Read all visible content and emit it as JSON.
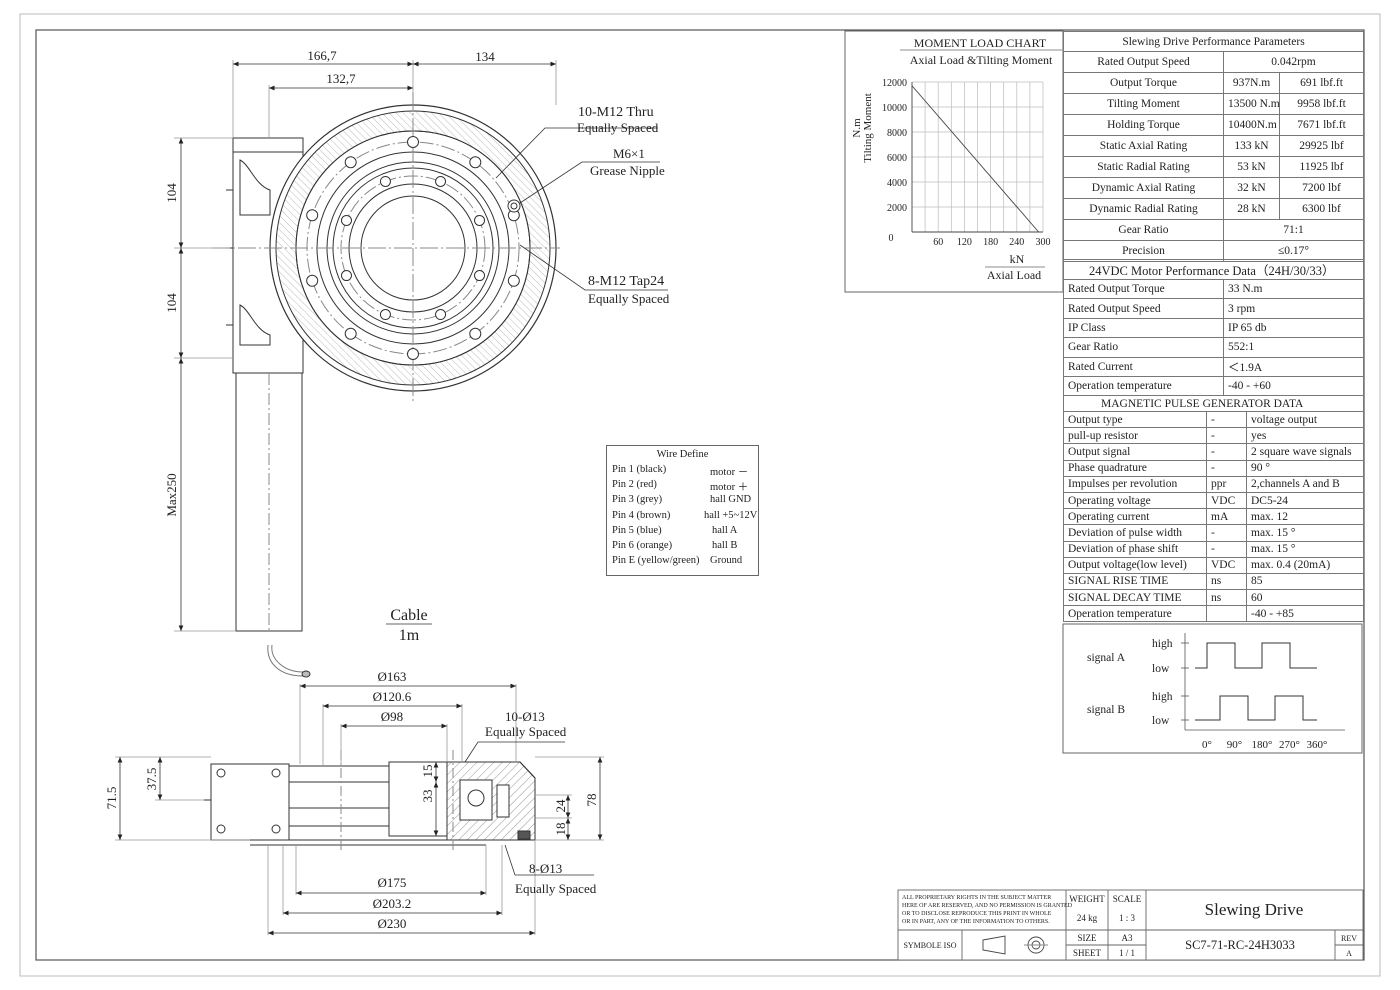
{
  "drawing": {
    "dims": {
      "w166": "166,7",
      "w134": "134",
      "w132": "132,7",
      "h104a": "104",
      "h104b": "104",
      "max250": "Max250",
      "d163": "Ø163",
      "d120": "Ø120.6",
      "d98": "Ø98",
      "d175": "Ø175",
      "d203": "Ø203.2",
      "d230": "Ø230",
      "h71": "71.5",
      "h37": "37.5",
      "h15": "15",
      "h33": "33",
      "h24": "24",
      "h18": "18",
      "h78": "78"
    },
    "notes": {
      "thru_a": "10-M12 Thru",
      "thru_b": "Equally Spaced",
      "nipple_a": "M6×1",
      "nipple_b": "Grease Nipple",
      "tap_a": "8-M12 Tap24",
      "tap_b": "Equally Spaced",
      "cable_a": "Cable",
      "cable_b": "1m",
      "hole10_a": "10-Ø13",
      "hole10_b": "Equally Spaced",
      "hole8_a": "8-Ø13",
      "hole8_b": "Equally Spaced"
    }
  },
  "wire_define": {
    "title": "Wire Define",
    "rows": [
      [
        "Pin 1  (black)",
        "motor －"
      ],
      [
        "Pin 2  (red)",
        "motor ＋"
      ],
      [
        "Pin 3  (grey)",
        "hall GND"
      ],
      [
        "Pin 4  (brown)",
        "hall +5~12V"
      ],
      [
        "Pin 5  (blue)",
        "hall A"
      ],
      [
        "Pin 6  (orange)",
        "hall B"
      ],
      [
        "Pin E  (yellow/green)",
        "Ground"
      ]
    ]
  },
  "moment_chart": {
    "title": "MOMENT LOAD CHART",
    "subtitle": "Axial Load &Tilting Moment",
    "ylabel_unit": "N.m",
    "ylabel": "Tilting Moment",
    "xlabel_unit": "kN",
    "xlabel": "Axial Load",
    "y_ticks": [
      "12000",
      "10000",
      "8000",
      "6000",
      "4000",
      "2000"
    ],
    "x_ticks": [
      "0",
      "60",
      "120",
      "180",
      "240",
      "300"
    ]
  },
  "chart_data": {
    "type": "line",
    "title": "MOMENT LOAD CHART",
    "subtitle": "Axial Load &Tilting Moment",
    "xlabel": "Axial Load (kN)",
    "ylabel": "Tilting Moment (N.m)",
    "xlim": [
      0,
      300
    ],
    "ylim": [
      0,
      12000
    ],
    "grid": true,
    "x": [
      0,
      290
    ],
    "y": [
      11700,
      0
    ]
  },
  "perf": {
    "title": "Slewing Drive Performance Parameters",
    "rows": [
      {
        "label": "Rated Output Speed",
        "v1": "0.042rpm",
        "v2": ""
      },
      {
        "label": "Output Torque",
        "v1": "937N.m",
        "v2": "691 lbf.ft"
      },
      {
        "label": "Tilting Moment",
        "v1": "13500 N.m",
        "v2": "9958  lbf.ft"
      },
      {
        "label": "Holding Torque",
        "v1": "10400N.m",
        "v2": "7671  lbf.ft"
      },
      {
        "label": "Static Axial Rating",
        "v1": "133  kN",
        "v2": "29925  lbf"
      },
      {
        "label": "Static Radial Rating",
        "v1": "53 kN",
        "v2": "11925 lbf"
      },
      {
        "label": "Dynamic Axial Rating",
        "v1": "32 kN",
        "v2": "7200 lbf"
      },
      {
        "label": "Dynamic Radial Rating",
        "v1": "28 kN",
        "v2": "6300 lbf"
      },
      {
        "label": "Gear Ratio",
        "v1": "71:1",
        "v2": ""
      },
      {
        "label": "Precision",
        "v1": "≤0.17°",
        "v2": ""
      }
    ]
  },
  "motor": {
    "title": "24VDC Motor Performance Data（24H/30/33）",
    "rows": [
      [
        "Rated Output Torque",
        "33 N.m"
      ],
      [
        "Rated Output Speed",
        "3 rpm"
      ],
      [
        "IP Class",
        "IP 65 db"
      ],
      [
        "Gear Ratio",
        "552:1"
      ],
      [
        "Rated Current",
        "＜1.9A"
      ],
      [
        "Operation temperature",
        "-40 - +60"
      ]
    ]
  },
  "pulse": {
    "title": "MAGNETIC PULSE GENERATOR DATA",
    "rows": [
      [
        "Output type",
        "-",
        "voltage output"
      ],
      [
        "pull-up resistor",
        "-",
        "yes"
      ],
      [
        "Output signal",
        "-",
        "2 square wave signals"
      ],
      [
        "Phase quadrature",
        "-",
        "90 °"
      ],
      [
        "Impulses per revolution",
        "ppr",
        "2,channels A and B"
      ],
      [
        "Operating voltage",
        "VDC",
        "DC5-24"
      ],
      [
        "Operating current",
        "mA",
        "max. 12"
      ],
      [
        "Deviation of pulse width",
        "-",
        "max. 15  °"
      ],
      [
        "Deviation of phase shift",
        "-",
        "max. 15  °"
      ],
      [
        "Output voltage(low level)",
        "VDC",
        "max. 0.4 (20mA)"
      ],
      [
        "SIGNAL RISE TIME",
        "ns",
        "85"
      ],
      [
        "SIGNAL DECAY TIME",
        "ns",
        "60"
      ],
      [
        "Operation temperature",
        "",
        "-40 - +85"
      ]
    ]
  },
  "signal": {
    "a_label": "signal A",
    "b_label": "signal B",
    "high": "high",
    "low": "low",
    "x_ticks": [
      "0°",
      "90°",
      "180°",
      "270°",
      "360°"
    ]
  },
  "title_block": {
    "rights": [
      "ALL PROPRIETARY RIGHTS IN THE SUBJECT MATTER",
      "HERE OF ARE RESERVED, AND NO PERMISSION IS GRANTED",
      "OR TO DISCLOSE REPRODUCE THIS PRINT IN WHOLE",
      "OR IN PART, ANY OF THE INFORMATION TO OTHERS."
    ],
    "symbol_iso": "SYMBOLE ISO",
    "weight_label": "WEIGHT",
    "weight": "24 kg",
    "scale_label": "SCALE",
    "scale": "1 : 3",
    "size_label": "SIZE",
    "size": "A3",
    "sheet_label": "SHEET",
    "sheet": "1 / 1",
    "name": "Slewing Drive",
    "part_no": "SC7-71-RC-24H3033",
    "rev_label": "REV",
    "rev": "A"
  }
}
